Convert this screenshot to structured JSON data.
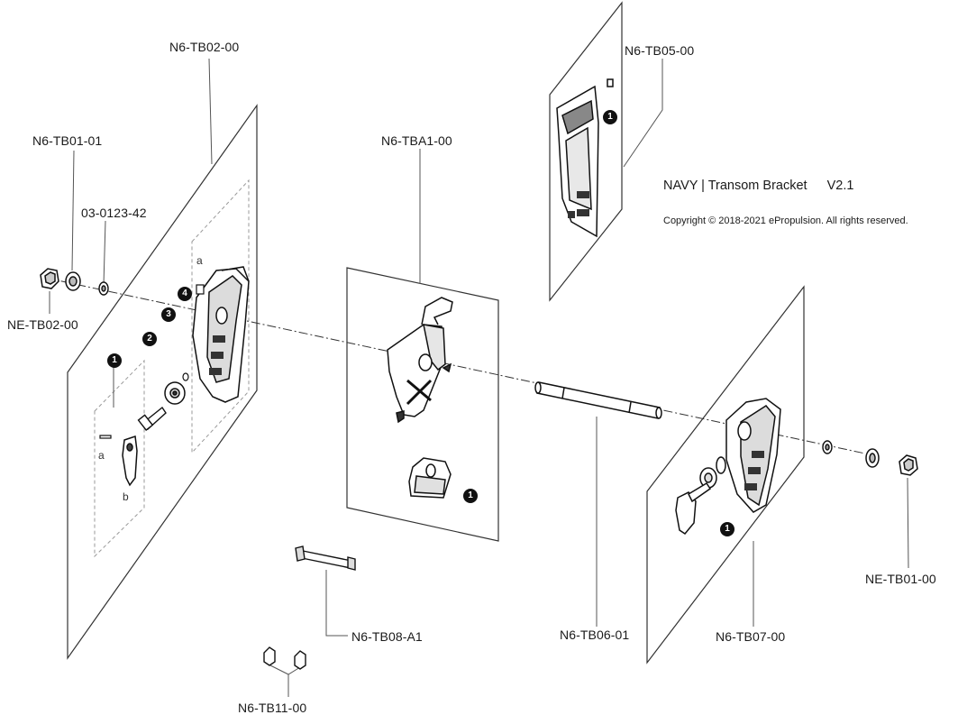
{
  "title": "NAVY | Transom Bracket",
  "version": "V2.1",
  "copyright": "Copyright © 2018-2021 ePropulsion. All rights reserved.",
  "labels": {
    "tb02": "N6-TB02-00",
    "tb01_01": "N6-TB01-01",
    "washer": "03-0123-42",
    "ne_tb02": "NE-TB02-00",
    "tba1": "N6-TBA1-00",
    "tb05": "N6-TB05-00",
    "ne_tb01": "NE-TB01-00",
    "tb07": "N6-TB07-00",
    "tb06": "N6-TB06-01",
    "tb08": "N6-TB08-A1",
    "tb11": "N6-TB11-00"
  },
  "callouts": {
    "one": "1",
    "two": "2",
    "three": "3",
    "four": "4",
    "a": "a",
    "b": "b"
  }
}
